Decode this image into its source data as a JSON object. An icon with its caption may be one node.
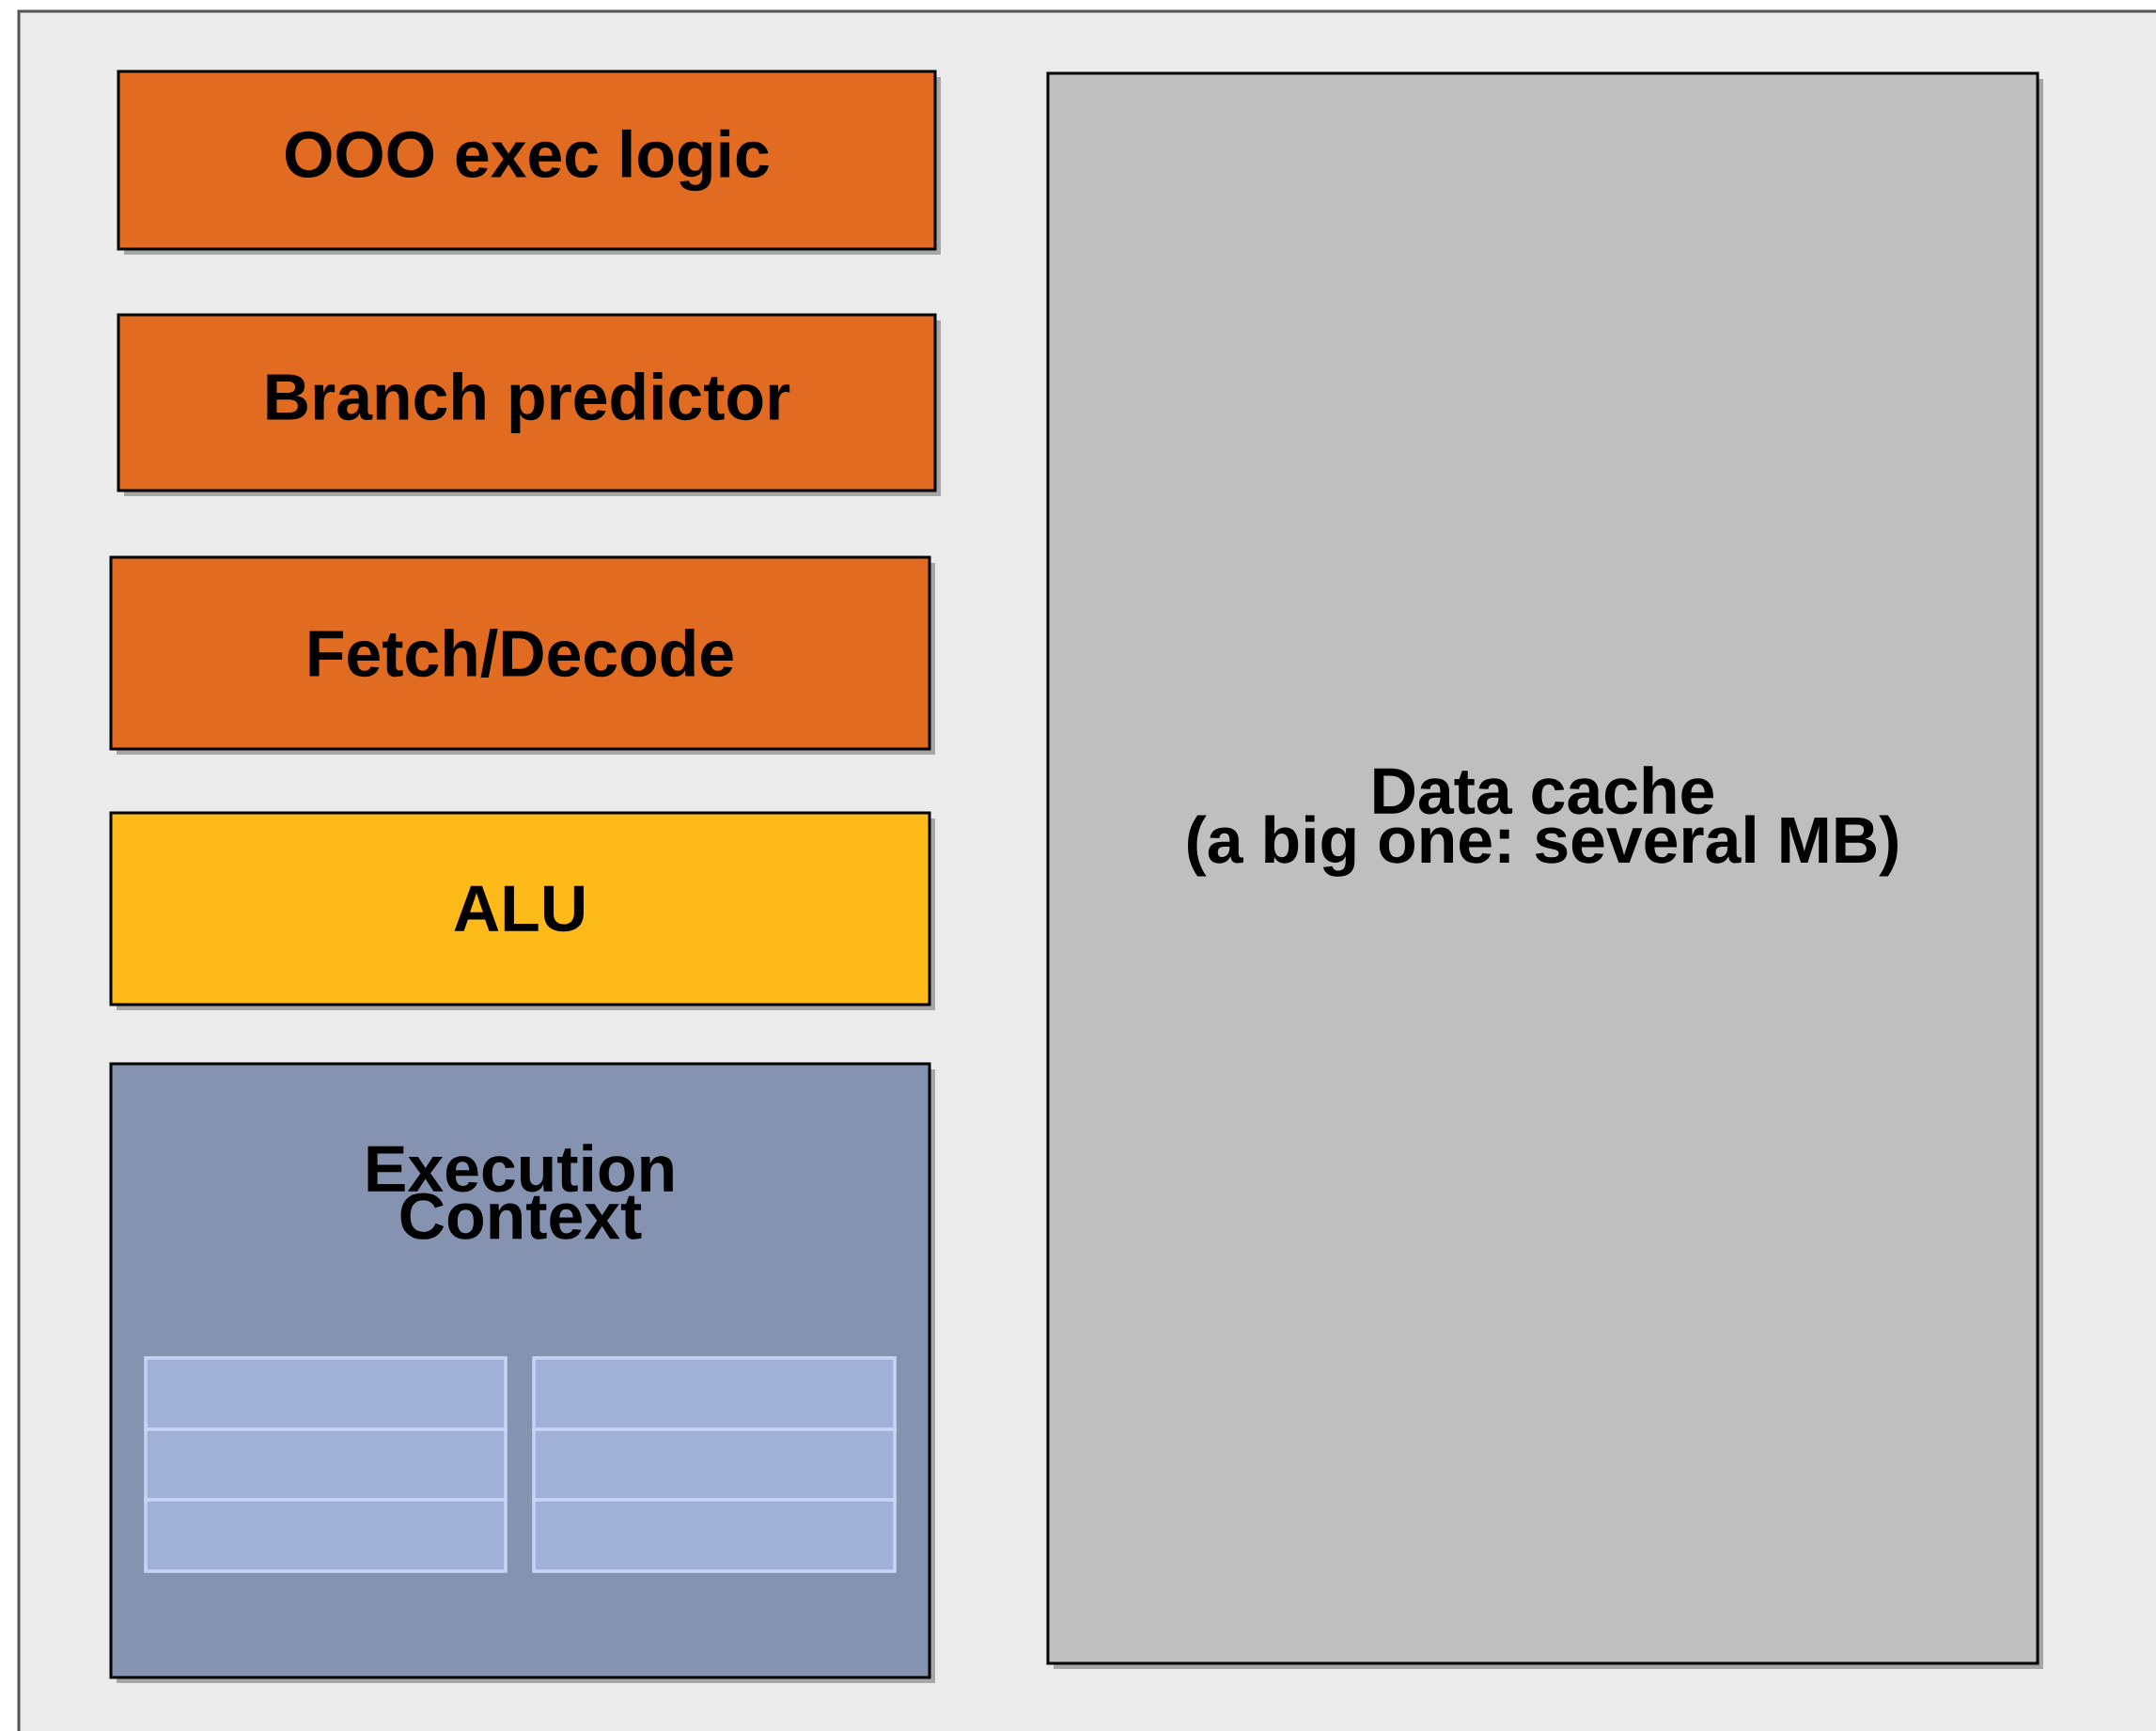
{
  "diagram": {
    "nodes": [
      {
        "text": [
          "OOO exec logic"
        ]
      },
      {
        "text": [
          "Branch predictor"
        ]
      },
      {
        "text": [
          "Fetch/Decode"
        ]
      },
      {
        "text": [
          "ALU"
        ]
      },
      {
        "text": [
          "Execution Context"
        ]
      },
      {
        "text": [],
        "shape": "box",
        "in": 4
      },
      {
        "text": [],
        "shape": "box",
        "in": 4
      },
      {
        "text": [],
        "shape": "box",
        "in": 4
      },
      {
        "text": [],
        "shape": "box",
        "in": 4
      },
      {
        "text": [],
        "shape": "box",
        "in": 4
      },
      {
        "text": [],
        "shape": "box",
        "in": 4
      },
      {
        "text": [
          "Data cache",
          "(a big one: several MB)"
        ]
      }
    ]
  }
}
